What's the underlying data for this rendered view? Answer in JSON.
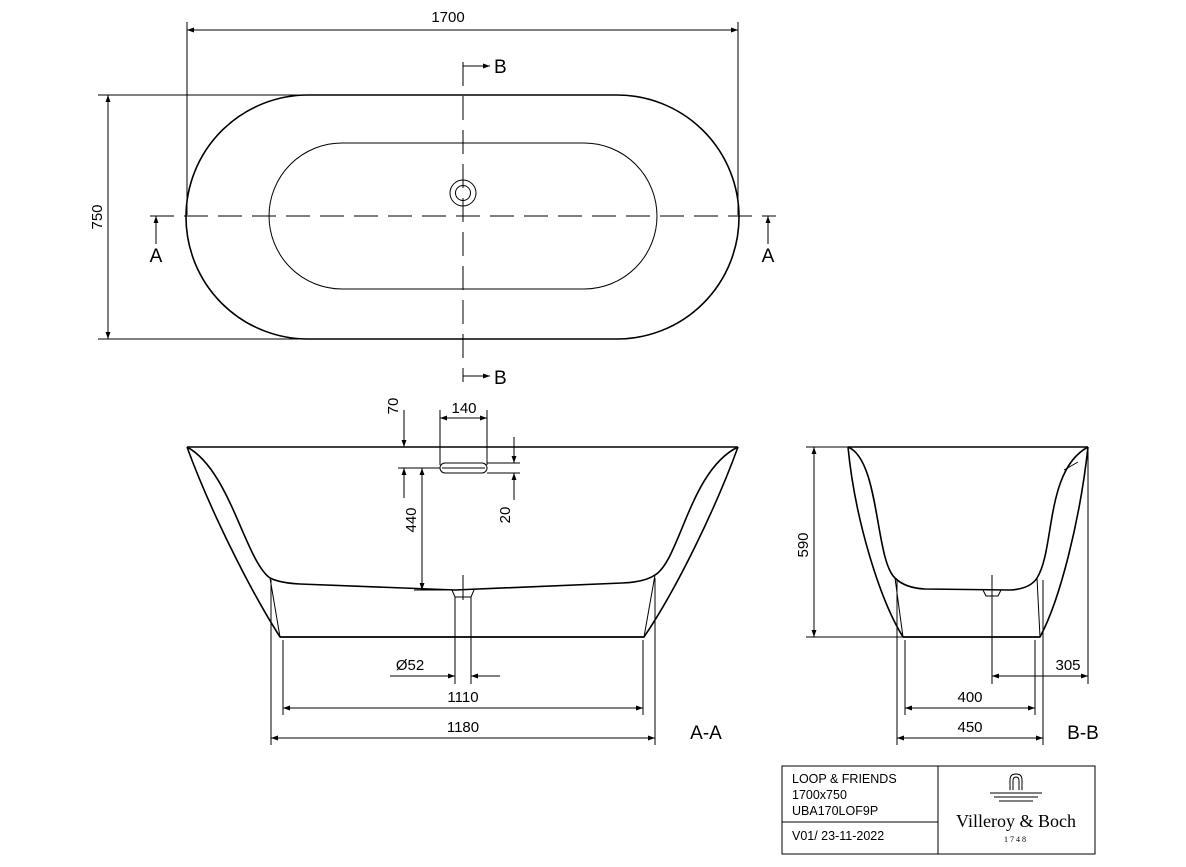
{
  "dimensions": {
    "overall_length": "1700",
    "overall_width": "750",
    "overflow_width": "140",
    "rim_to_overflow": "70",
    "overflow_height": "20",
    "inner_depth": "440",
    "drain_diameter": "Ø52",
    "inner_bottom_length": "1110",
    "base_length": "1180",
    "total_height": "590",
    "drain_offset": "305",
    "inner_bottom_width": "400",
    "base_width": "450"
  },
  "section_markers": {
    "a": "A",
    "b": "B",
    "section_aa": "A-A",
    "section_bb": "B-B"
  },
  "title_block": {
    "product_name": "LOOP & FRIENDS",
    "size": "1700x750",
    "article_code": "UBA170LOF9P",
    "version": "V01/ 23-11-2022",
    "brand": "Villeroy & Boch",
    "brand_year": "1748"
  }
}
